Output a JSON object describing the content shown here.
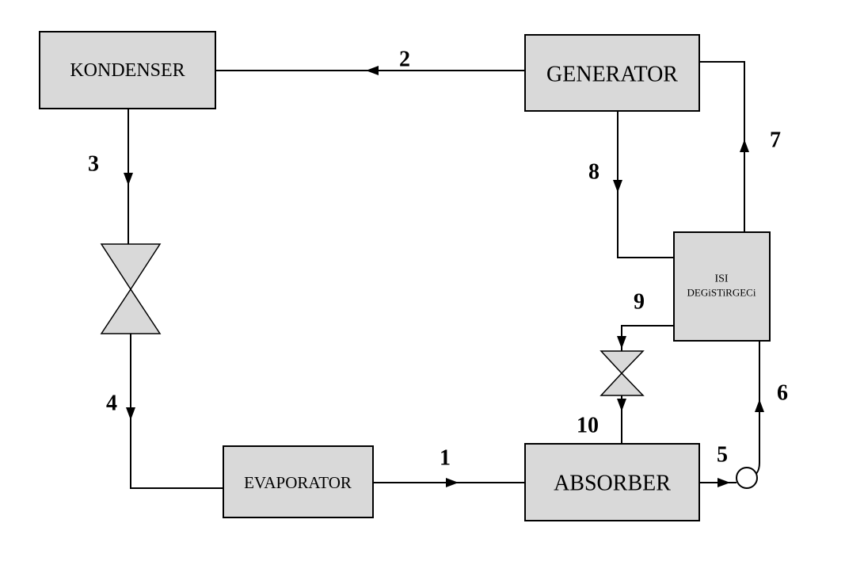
{
  "components": {
    "kondenser": "KONDENSER",
    "generator": "GENERATOR",
    "evaporator": "EVAPORATOR",
    "absorber": "ABSORBER",
    "heat_exchanger_line1": "ISI",
    "heat_exchanger_line2": "DEGiSTiRGECi"
  },
  "state_points": {
    "p1": "1",
    "p2": "2",
    "p3": "3",
    "p4": "4",
    "p5": "5",
    "p6": "6",
    "p7": "7",
    "p8": "8",
    "p9": "9",
    "p10": "10"
  }
}
